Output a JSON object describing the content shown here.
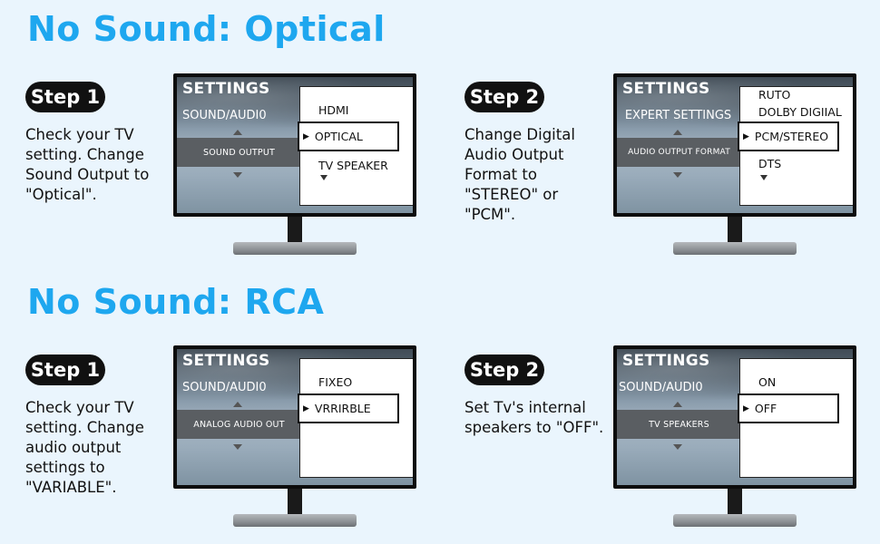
{
  "sections": {
    "optical_title": "No Sound: Optical",
    "rca_title": "No Sound: RCA"
  },
  "steps": {
    "optical_1": {
      "label": "Step 1",
      "text": "Check your TV\nsetting. Change\nSound Output to\n\"Optical\"."
    },
    "optical_2": {
      "label": "Step 2",
      "text": "Change Digital\nAudio Output\nFormat to\n\"STEREO\" or\n\"PCM\"."
    },
    "rca_1": {
      "label": "Step 1",
      "text": "Check your TV\nsetting. Change\naudio output\nsettings to\n\"VARIABLE\"."
    },
    "rca_2": {
      "label": "Step 2",
      "text": "Set Tv's internal\nspeakers to \"OFF\"."
    }
  },
  "screens": {
    "s1": {
      "title": "SETTINGS",
      "category": "SOUND/AUDI0",
      "selected": "SOUND OUTPUT",
      "items": [
        "HDMI",
        "OPTICAL",
        "TV SPEAKER"
      ]
    },
    "s2": {
      "title": "SETTINGS",
      "category": "EXPERT SETTINGS",
      "selected": "AUDIO OUTPUT FORMAT",
      "items": [
        "RUTO",
        "DOLBY DIGIIAL",
        "PCM/STEREO",
        "DTS"
      ]
    },
    "s3": {
      "title": "SETTINGS",
      "category": "SOUND/AUDI0",
      "selected": "ANALOG AUDIO OUT",
      "items": [
        "FIXEO",
        "VRRIRBLE"
      ]
    },
    "s4": {
      "title": "SETTINGS",
      "category": "SOUND/AUDI0",
      "selected": "TV SPEAKERS",
      "items": [
        "ON",
        "OFF"
      ]
    }
  },
  "colors": {
    "title_blue": "#1ea7ef",
    "background": "#eaf5fd",
    "pill": "#111111"
  }
}
